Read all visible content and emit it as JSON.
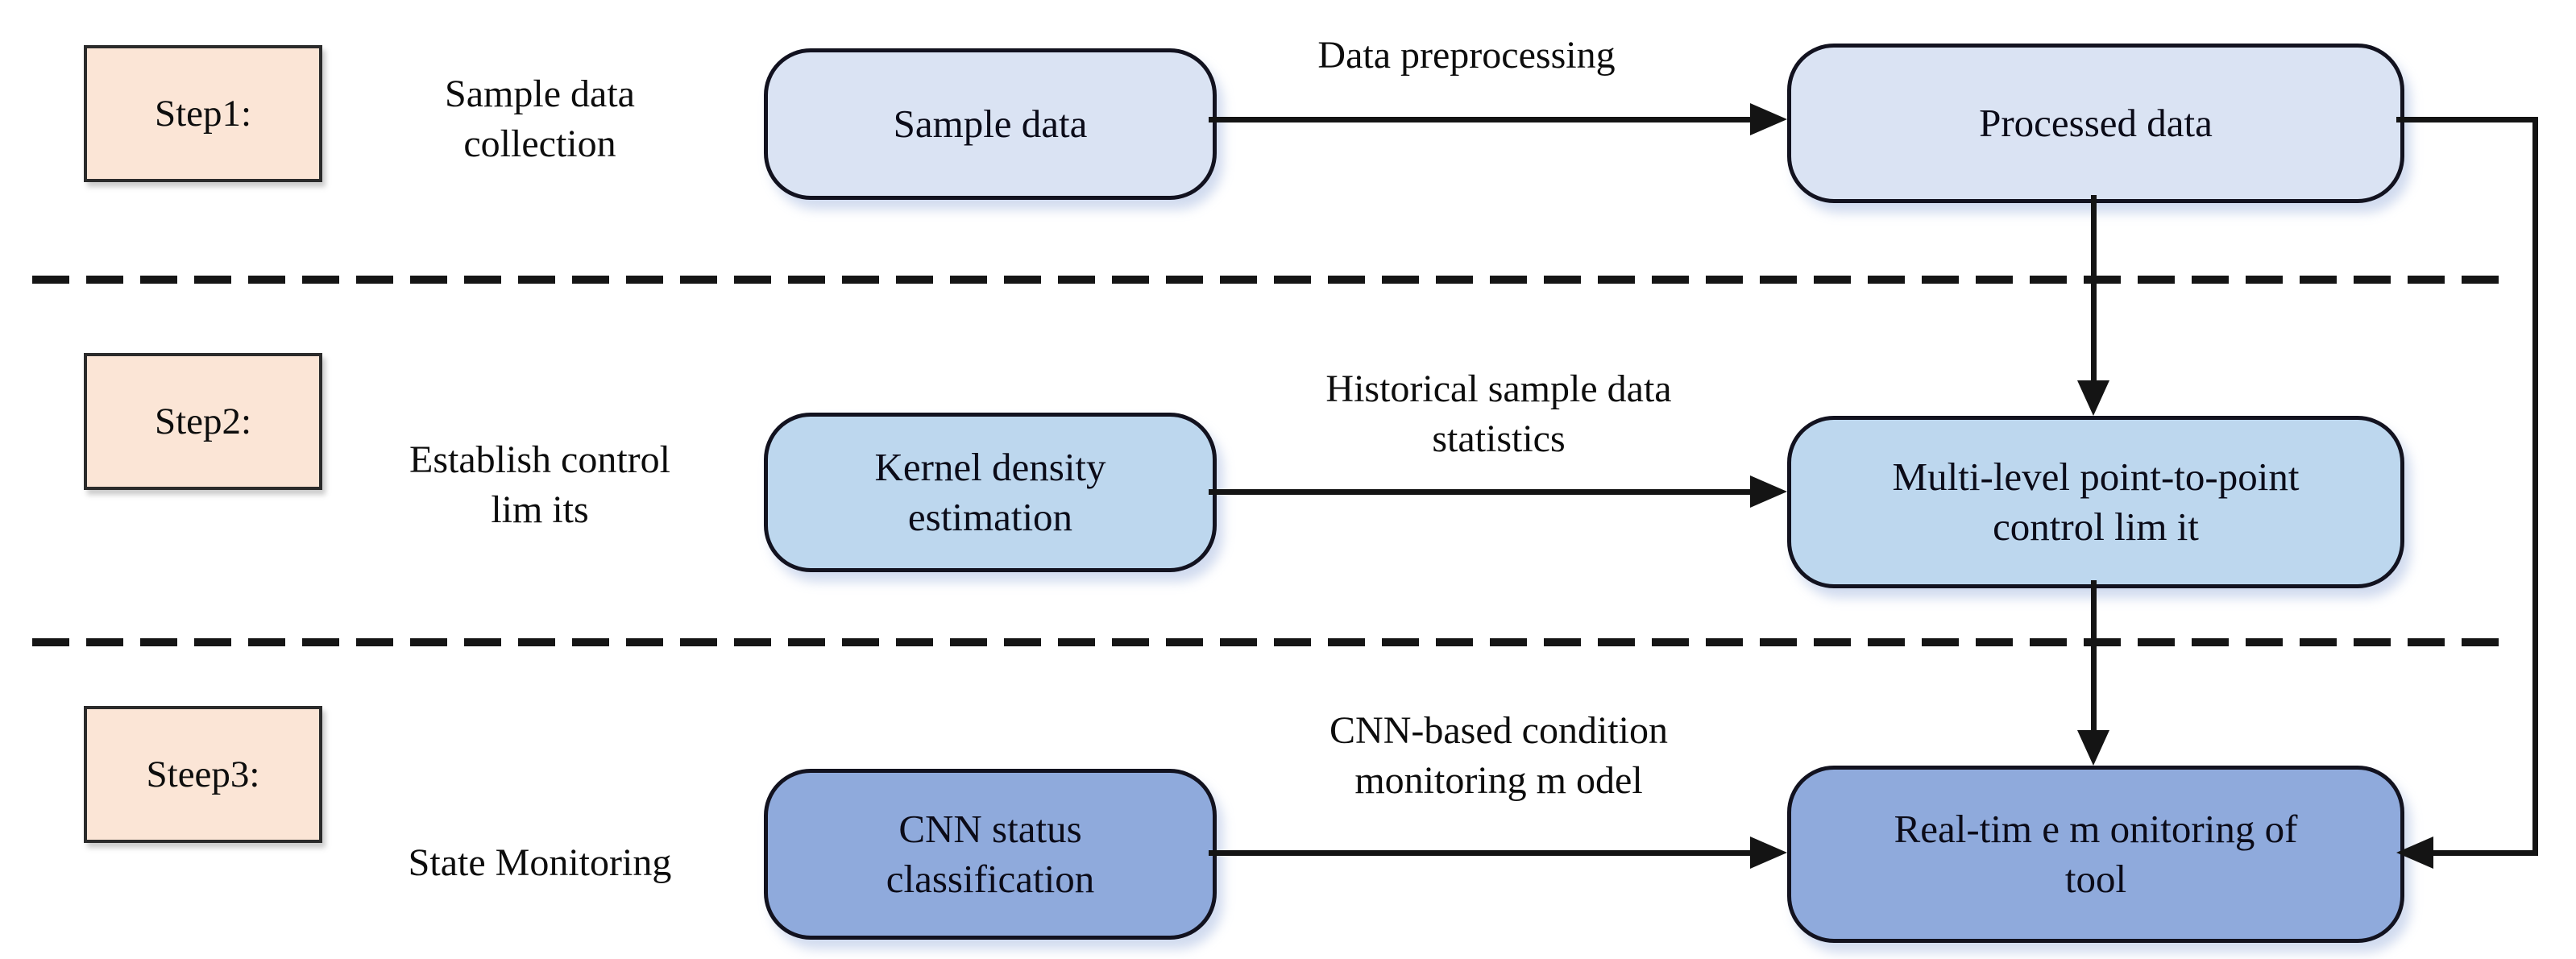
{
  "colors": {
    "step_box_fill": "#fbe5d6",
    "row1_node_fill": "#dae3f3",
    "row2_node_fill": "#bdd7ee",
    "row3_node_fill": "#8faadc",
    "line_color": "#141414"
  },
  "steps": [
    {
      "badge": "Step1:",
      "desc_lines": [
        "Sample data",
        "collection"
      ]
    },
    {
      "badge": "Step2:",
      "desc_lines": [
        "Establish control",
        "lim its"
      ]
    },
    {
      "badge": "Steep3:",
      "desc_lines": [
        "State Monitoring"
      ]
    }
  ],
  "nodes": [
    {
      "id": "sample-data",
      "lines": [
        "Sample data"
      ]
    },
    {
      "id": "processed-data",
      "lines": [
        "Processed data"
      ]
    },
    {
      "id": "kernel-density",
      "lines": [
        "Kernel density",
        "estimation"
      ]
    },
    {
      "id": "multilevel-limit",
      "lines": [
        "Multi-level point-to-point",
        "control lim it"
      ]
    },
    {
      "id": "cnn-status",
      "lines": [
        "CNN status",
        "classification"
      ]
    },
    {
      "id": "realtime-monitoring",
      "lines": [
        "Real-tim e m onitoring of",
        "tool"
      ]
    }
  ],
  "arrow_labels": [
    {
      "lines": [
        "Data preprocessing"
      ]
    },
    {
      "lines": [
        "Historical sample data",
        "statistics"
      ]
    },
    {
      "lines": [
        "CNN-based condition",
        "monitoring m odel"
      ]
    }
  ]
}
